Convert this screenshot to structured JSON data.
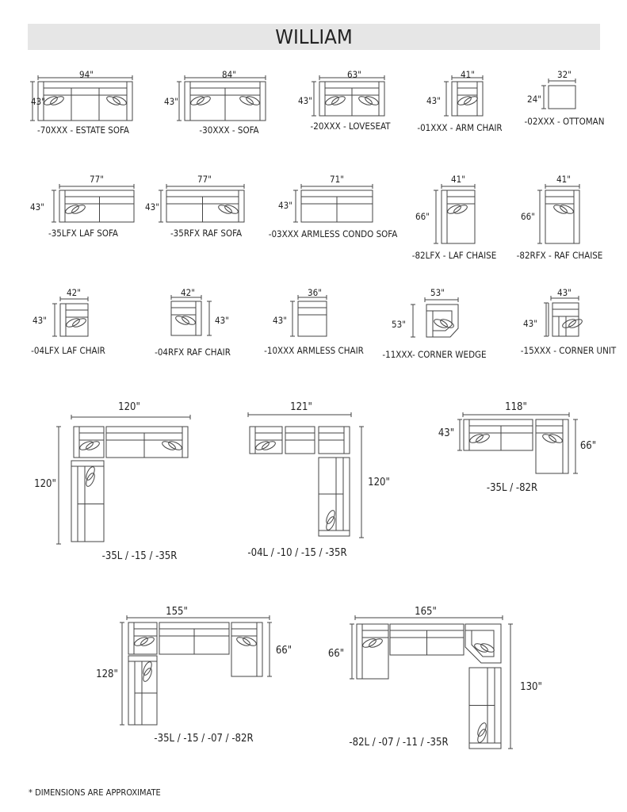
{
  "title": "WILLIAM",
  "pieces": [
    {
      "caption": "-70XXX - ESTATE SOFA",
      "width": "94\"",
      "height": "43\""
    },
    {
      "caption": "-30XXX - SOFA",
      "width": "84\"",
      "height": "43\""
    },
    {
      "caption": "-20XXX  - LOVESEAT",
      "width": "63\"",
      "height": "43\""
    },
    {
      "caption": "-01XXX - ARM CHAIR",
      "width": "41\"",
      "height": "43\""
    },
    {
      "caption": "-02XXX - OTTOMAN",
      "width": "32\"",
      "height": "24\""
    },
    {
      "caption": "-35LFX LAF SOFA",
      "width": "77\"",
      "height": "43\""
    },
    {
      "caption": "-35RFX RAF SOFA",
      "width": "77\"",
      "height": "43\""
    },
    {
      "caption": "-03XXX ARMLESS CONDO SOFA",
      "width": "71\"",
      "height": "43\""
    },
    {
      "caption": "-82LFX - LAF CHAISE",
      "width": "41\"",
      "height": "66\""
    },
    {
      "caption": "-82RFX - RAF CHAISE",
      "width": "41\"",
      "height": "66\""
    },
    {
      "caption": "-04LFX LAF CHAIR",
      "width": "42\"",
      "height": "43\""
    },
    {
      "caption": "-04RFX RAF CHAIR",
      "width": "42\"",
      "height": "43\""
    },
    {
      "caption": "-10XXX ARMLESS CHAIR",
      "width": "36\"",
      "height": "43\""
    },
    {
      "caption": "-11XXX- CORNER WEDGE",
      "width": "53\"",
      "height": "53\""
    },
    {
      "caption": "-15XXX - CORNER UNIT",
      "width": "43\"",
      "height": "43\""
    }
  ],
  "sectionals": [
    {
      "caption": "-35L / -15 / -35R",
      "width": "120\"",
      "height": "120\""
    },
    {
      "caption": "-04L / -10 / -15 / -35R",
      "width": "121\"",
      "height": "120\""
    },
    {
      "caption": "-35L / -82R",
      "width": "118\"",
      "height": "43\"",
      "height2": "66\""
    },
    {
      "caption": "-35L / -15 / -07 / -82R",
      "width": "155\"",
      "height": "128\"",
      "height2": "66\""
    },
    {
      "caption": "-82L / -07 / -11 / -35R",
      "width": "165\"",
      "height": "130\"",
      "height2": "66\""
    }
  ],
  "footer": "* DIMENSIONS ARE APPROXIMATE",
  "colors": {
    "line": "#333333",
    "title_bg": "#e6e6e6"
  }
}
